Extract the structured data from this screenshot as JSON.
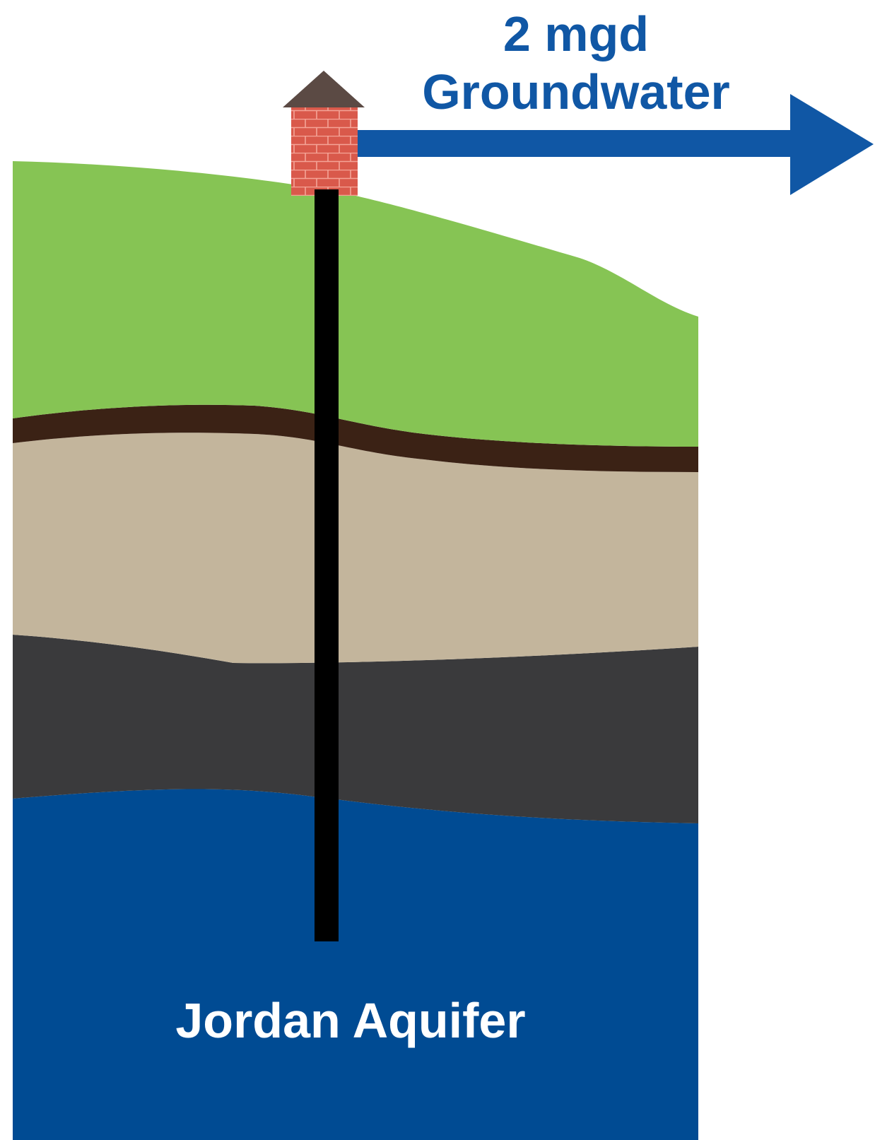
{
  "flow": {
    "line1": "2 mgd",
    "line2": "Groundwater",
    "color": "#1057a5"
  },
  "aquifer": {
    "label": "Jordan Aquifer",
    "color": "#004b93",
    "label_color": "#ffffff"
  },
  "layers": {
    "surface": "#86c454",
    "thin_band": "#3b2215",
    "sand": "#c3b59c",
    "rock": "#3a3a3c"
  },
  "well": {
    "casing": "#000000",
    "wellhouse_brick": "#d9594b",
    "brick_lines": "#f4a497",
    "roof": "#5b4a44"
  },
  "icons": {
    "flow_arrow": "arrow-right-icon",
    "wellhouse": "wellhouse-icon"
  }
}
